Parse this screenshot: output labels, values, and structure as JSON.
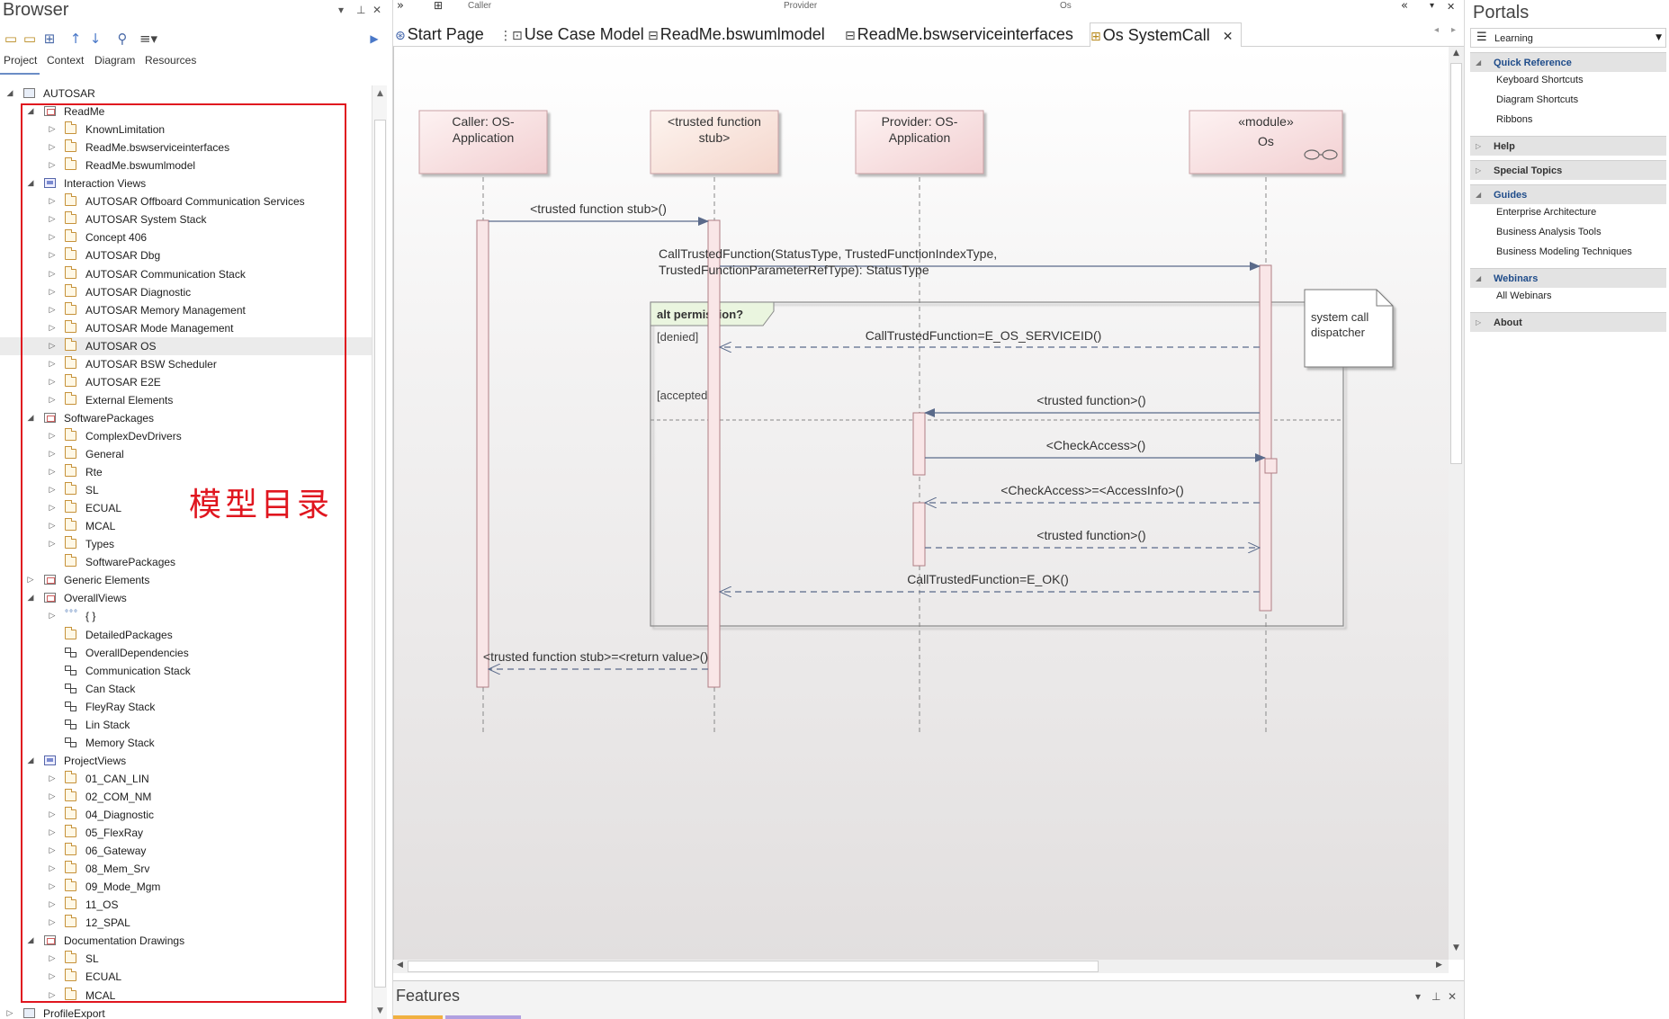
{
  "browser": {
    "title": "Browser",
    "tabs": [
      "Project",
      "Context",
      "Diagram",
      "Resources"
    ],
    "tree": [
      {
        "label": "AUTOSAR",
        "level": 0,
        "icon": "root",
        "toggle": "open"
      },
      {
        "label": "ReadMe",
        "level": 1,
        "icon": "pkg",
        "toggle": "open"
      },
      {
        "label": "KnownLimitation",
        "level": 2,
        "icon": "folder",
        "toggle": "closed"
      },
      {
        "label": "ReadMe.bswserviceinterfaces",
        "level": 2,
        "icon": "folder",
        "toggle": "closed"
      },
      {
        "label": "ReadMe.bswumlmodel",
        "level": 2,
        "icon": "folder",
        "toggle": "closed"
      },
      {
        "label": "Interaction Views",
        "level": 1,
        "icon": "view",
        "toggle": "open"
      },
      {
        "label": "AUTOSAR Offboard Communication Services",
        "level": 2,
        "icon": "folder",
        "toggle": "closed"
      },
      {
        "label": "AUTOSAR System Stack",
        "level": 2,
        "icon": "folder",
        "toggle": "closed"
      },
      {
        "label": "Concept 406",
        "level": 2,
        "icon": "folder",
        "toggle": "closed"
      },
      {
        "label": "AUTOSAR Dbg",
        "level": 2,
        "icon": "folder",
        "toggle": "closed"
      },
      {
        "label": "AUTOSAR Communication Stack",
        "level": 2,
        "icon": "folder",
        "toggle": "closed"
      },
      {
        "label": "AUTOSAR Diagnostic",
        "level": 2,
        "icon": "folder",
        "toggle": "closed"
      },
      {
        "label": "AUTOSAR Memory Management",
        "level": 2,
        "icon": "folder",
        "toggle": "closed"
      },
      {
        "label": "AUTOSAR Mode Management",
        "level": 2,
        "icon": "folder",
        "toggle": "closed"
      },
      {
        "label": "AUTOSAR OS",
        "level": 2,
        "icon": "folder",
        "toggle": "closed",
        "selected": true
      },
      {
        "label": "AUTOSAR BSW Scheduler",
        "level": 2,
        "icon": "folder",
        "toggle": "closed"
      },
      {
        "label": "AUTOSAR E2E",
        "level": 2,
        "icon": "folder",
        "toggle": "closed"
      },
      {
        "label": "External Elements",
        "level": 2,
        "icon": "folder",
        "toggle": "closed"
      },
      {
        "label": "SoftwarePackages",
        "level": 1,
        "icon": "pkg",
        "toggle": "open"
      },
      {
        "label": "ComplexDevDrivers",
        "level": 2,
        "icon": "folder",
        "toggle": "closed"
      },
      {
        "label": "General",
        "level": 2,
        "icon": "folder",
        "toggle": "closed"
      },
      {
        "label": "Rte",
        "level": 2,
        "icon": "folder",
        "toggle": "closed"
      },
      {
        "label": "SL",
        "level": 2,
        "icon": "folder",
        "toggle": "closed"
      },
      {
        "label": "ECUAL",
        "level": 2,
        "icon": "folder",
        "toggle": "closed"
      },
      {
        "label": "MCAL",
        "level": 2,
        "icon": "folder",
        "toggle": "closed"
      },
      {
        "label": "Types",
        "level": 2,
        "icon": "folder",
        "toggle": "closed"
      },
      {
        "label": "SoftwarePackages",
        "level": 2,
        "icon": "folder",
        "toggle": "none"
      },
      {
        "label": "Generic Elements",
        "level": 1,
        "icon": "pkg",
        "toggle": "closed"
      },
      {
        "label": "OverallViews",
        "level": 1,
        "icon": "pkg",
        "toggle": "open"
      },
      {
        "label": "{ }",
        "level": 2,
        "icon": "dots",
        "toggle": "closed"
      },
      {
        "label": "DetailedPackages",
        "level": 2,
        "icon": "folder",
        "toggle": "none"
      },
      {
        "label": "OverallDependencies",
        "level": 2,
        "icon": "diagram",
        "toggle": "none"
      },
      {
        "label": "Communication Stack",
        "level": 2,
        "icon": "diagram",
        "toggle": "none"
      },
      {
        "label": "Can Stack",
        "level": 2,
        "icon": "diagram",
        "toggle": "none"
      },
      {
        "label": "FleyRay Stack",
        "level": 2,
        "icon": "diagram",
        "toggle": "none"
      },
      {
        "label": "Lin Stack",
        "level": 2,
        "icon": "diagram",
        "toggle": "none"
      },
      {
        "label": "Memory Stack",
        "level": 2,
        "icon": "diagram",
        "toggle": "none"
      },
      {
        "label": "ProjectViews",
        "level": 1,
        "icon": "view",
        "toggle": "open"
      },
      {
        "label": "01_CAN_LIN",
        "level": 2,
        "icon": "folder",
        "toggle": "closed"
      },
      {
        "label": "02_COM_NM",
        "level": 2,
        "icon": "folder",
        "toggle": "closed"
      },
      {
        "label": "04_Diagnostic",
        "level": 2,
        "icon": "folder",
        "toggle": "closed"
      },
      {
        "label": "05_FlexRay",
        "level": 2,
        "icon": "folder",
        "toggle": "closed"
      },
      {
        "label": "06_Gateway",
        "level": 2,
        "icon": "folder",
        "toggle": "closed"
      },
      {
        "label": "08_Mem_Srv",
        "level": 2,
        "icon": "folder",
        "toggle": "closed"
      },
      {
        "label": "09_Mode_Mgm",
        "level": 2,
        "icon": "folder",
        "toggle": "closed"
      },
      {
        "label": "11_OS",
        "level": 2,
        "icon": "folder",
        "toggle": "closed"
      },
      {
        "label": "12_SPAL",
        "level": 2,
        "icon": "folder",
        "toggle": "closed"
      },
      {
        "label": "Documentation Drawings",
        "level": 1,
        "icon": "pkg",
        "toggle": "open"
      },
      {
        "label": "SL",
        "level": 2,
        "icon": "folder",
        "toggle": "closed"
      },
      {
        "label": "ECUAL",
        "level": 2,
        "icon": "folder",
        "toggle": "closed"
      },
      {
        "label": "MCAL",
        "level": 2,
        "icon": "folder",
        "toggle": "closed"
      },
      {
        "label": "ProfileExport",
        "level": 0,
        "icon": "root",
        "toggle": "closed"
      }
    ],
    "annotation": "模型目录",
    "annotation_color": "#e0161f"
  },
  "diagram_header": {
    "left": "Caller",
    "mid": "Provider",
    "right": "Os"
  },
  "doc_tabs": [
    {
      "label": "Start Page",
      "icon": "start-page-icon"
    },
    {
      "label": "Use Case Model",
      "icon": "model-icon"
    },
    {
      "label": "ReadMe.bswumlmodel",
      "icon": "diagram-icon"
    },
    {
      "label": "ReadMe.bswserviceinterfaces",
      "icon": "diagram-icon"
    },
    {
      "label": "Os SystemCall",
      "icon": "sequence-icon",
      "active": true
    }
  ],
  "sequence": {
    "lifelines": [
      {
        "name": "caller",
        "line1": "Caller: OS-",
        "line2": "Application"
      },
      {
        "name": "stub",
        "line1": "<trusted function",
        "line2": "stub>"
      },
      {
        "name": "provider",
        "line1": "Provider: OS-",
        "line2": "Application"
      },
      {
        "name": "os",
        "line1": "«module»",
        "line2": "Os"
      }
    ],
    "messages": {
      "m1": "<trusted function stub>()",
      "m2a": "CallTrustedFunction(StatusType, TrustedFunctionIndexType,",
      "m2b": "TrustedFunctionParameterRefType): StatusType",
      "m3": "CallTrustedFunction=E_OS_SERVICEID()",
      "m4": "<trusted function>()",
      "m5": "<CheckAccess>()",
      "m6": "<CheckAccess>=<AccessInfo>()",
      "m7": "<trusted function>()",
      "m8": "CallTrustedFunction=E_OK()",
      "m9": "<trusted function stub>=<return value>()"
    },
    "fragment": {
      "label": "alt permission?",
      "guard1": "[denied]",
      "guard2": "[accepted]"
    },
    "note": {
      "line1": "system  call",
      "line2": "dispatcher"
    }
  },
  "features": {
    "title": "Features"
  },
  "portals": {
    "title": "Portals",
    "selector": "Learning",
    "sections": [
      {
        "label": "Quick Reference",
        "open": true,
        "items": [
          "Keyboard Shortcuts",
          "Diagram Shortcuts",
          "Ribbons"
        ]
      },
      {
        "label": "Help",
        "open": false,
        "items": []
      },
      {
        "label": "Special Topics",
        "open": false,
        "items": []
      },
      {
        "label": "Guides",
        "open": true,
        "items": [
          "Enterprise Architecture",
          "Business Analysis Tools",
          "Business Modeling Techniques"
        ]
      },
      {
        "label": "Webinars",
        "open": true,
        "items": [
          "All Webinars"
        ]
      },
      {
        "label": "About",
        "open": false,
        "items": []
      }
    ]
  }
}
